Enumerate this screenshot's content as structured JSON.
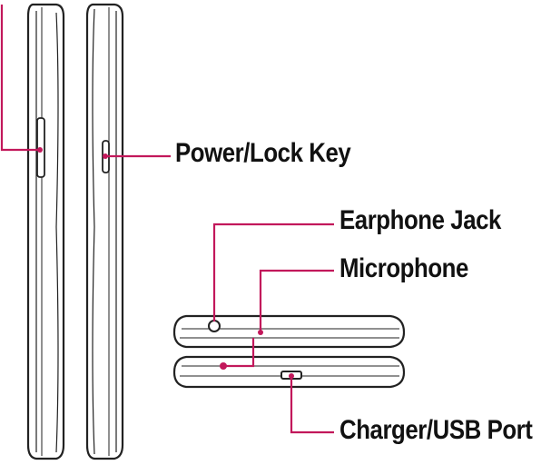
{
  "labels": {
    "power_lock_key": "Power/Lock Key",
    "earphone_jack": "Earphone Jack",
    "microphone": "Microphone",
    "charger_usb_port": "Charger/USB Port"
  },
  "colors": {
    "callout": "#c2185b",
    "outline": "#222222",
    "body": "#ffffff"
  }
}
